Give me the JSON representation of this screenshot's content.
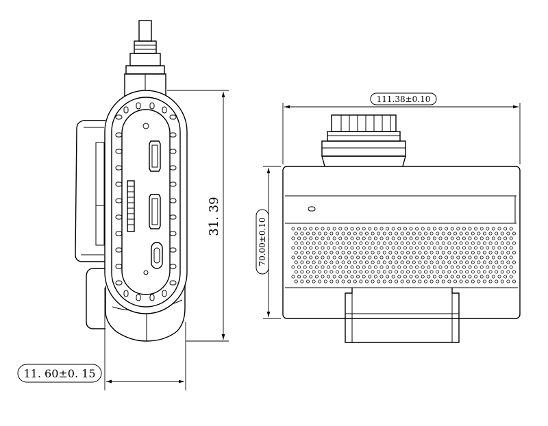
{
  "drawing": {
    "side_view": {
      "height_dimension": "31. 39",
      "width_dimension": "11. 60±0. 15"
    },
    "front_view": {
      "width_dimension": "111.38±0.10",
      "height_dimension": "70.00±0.10"
    }
  }
}
